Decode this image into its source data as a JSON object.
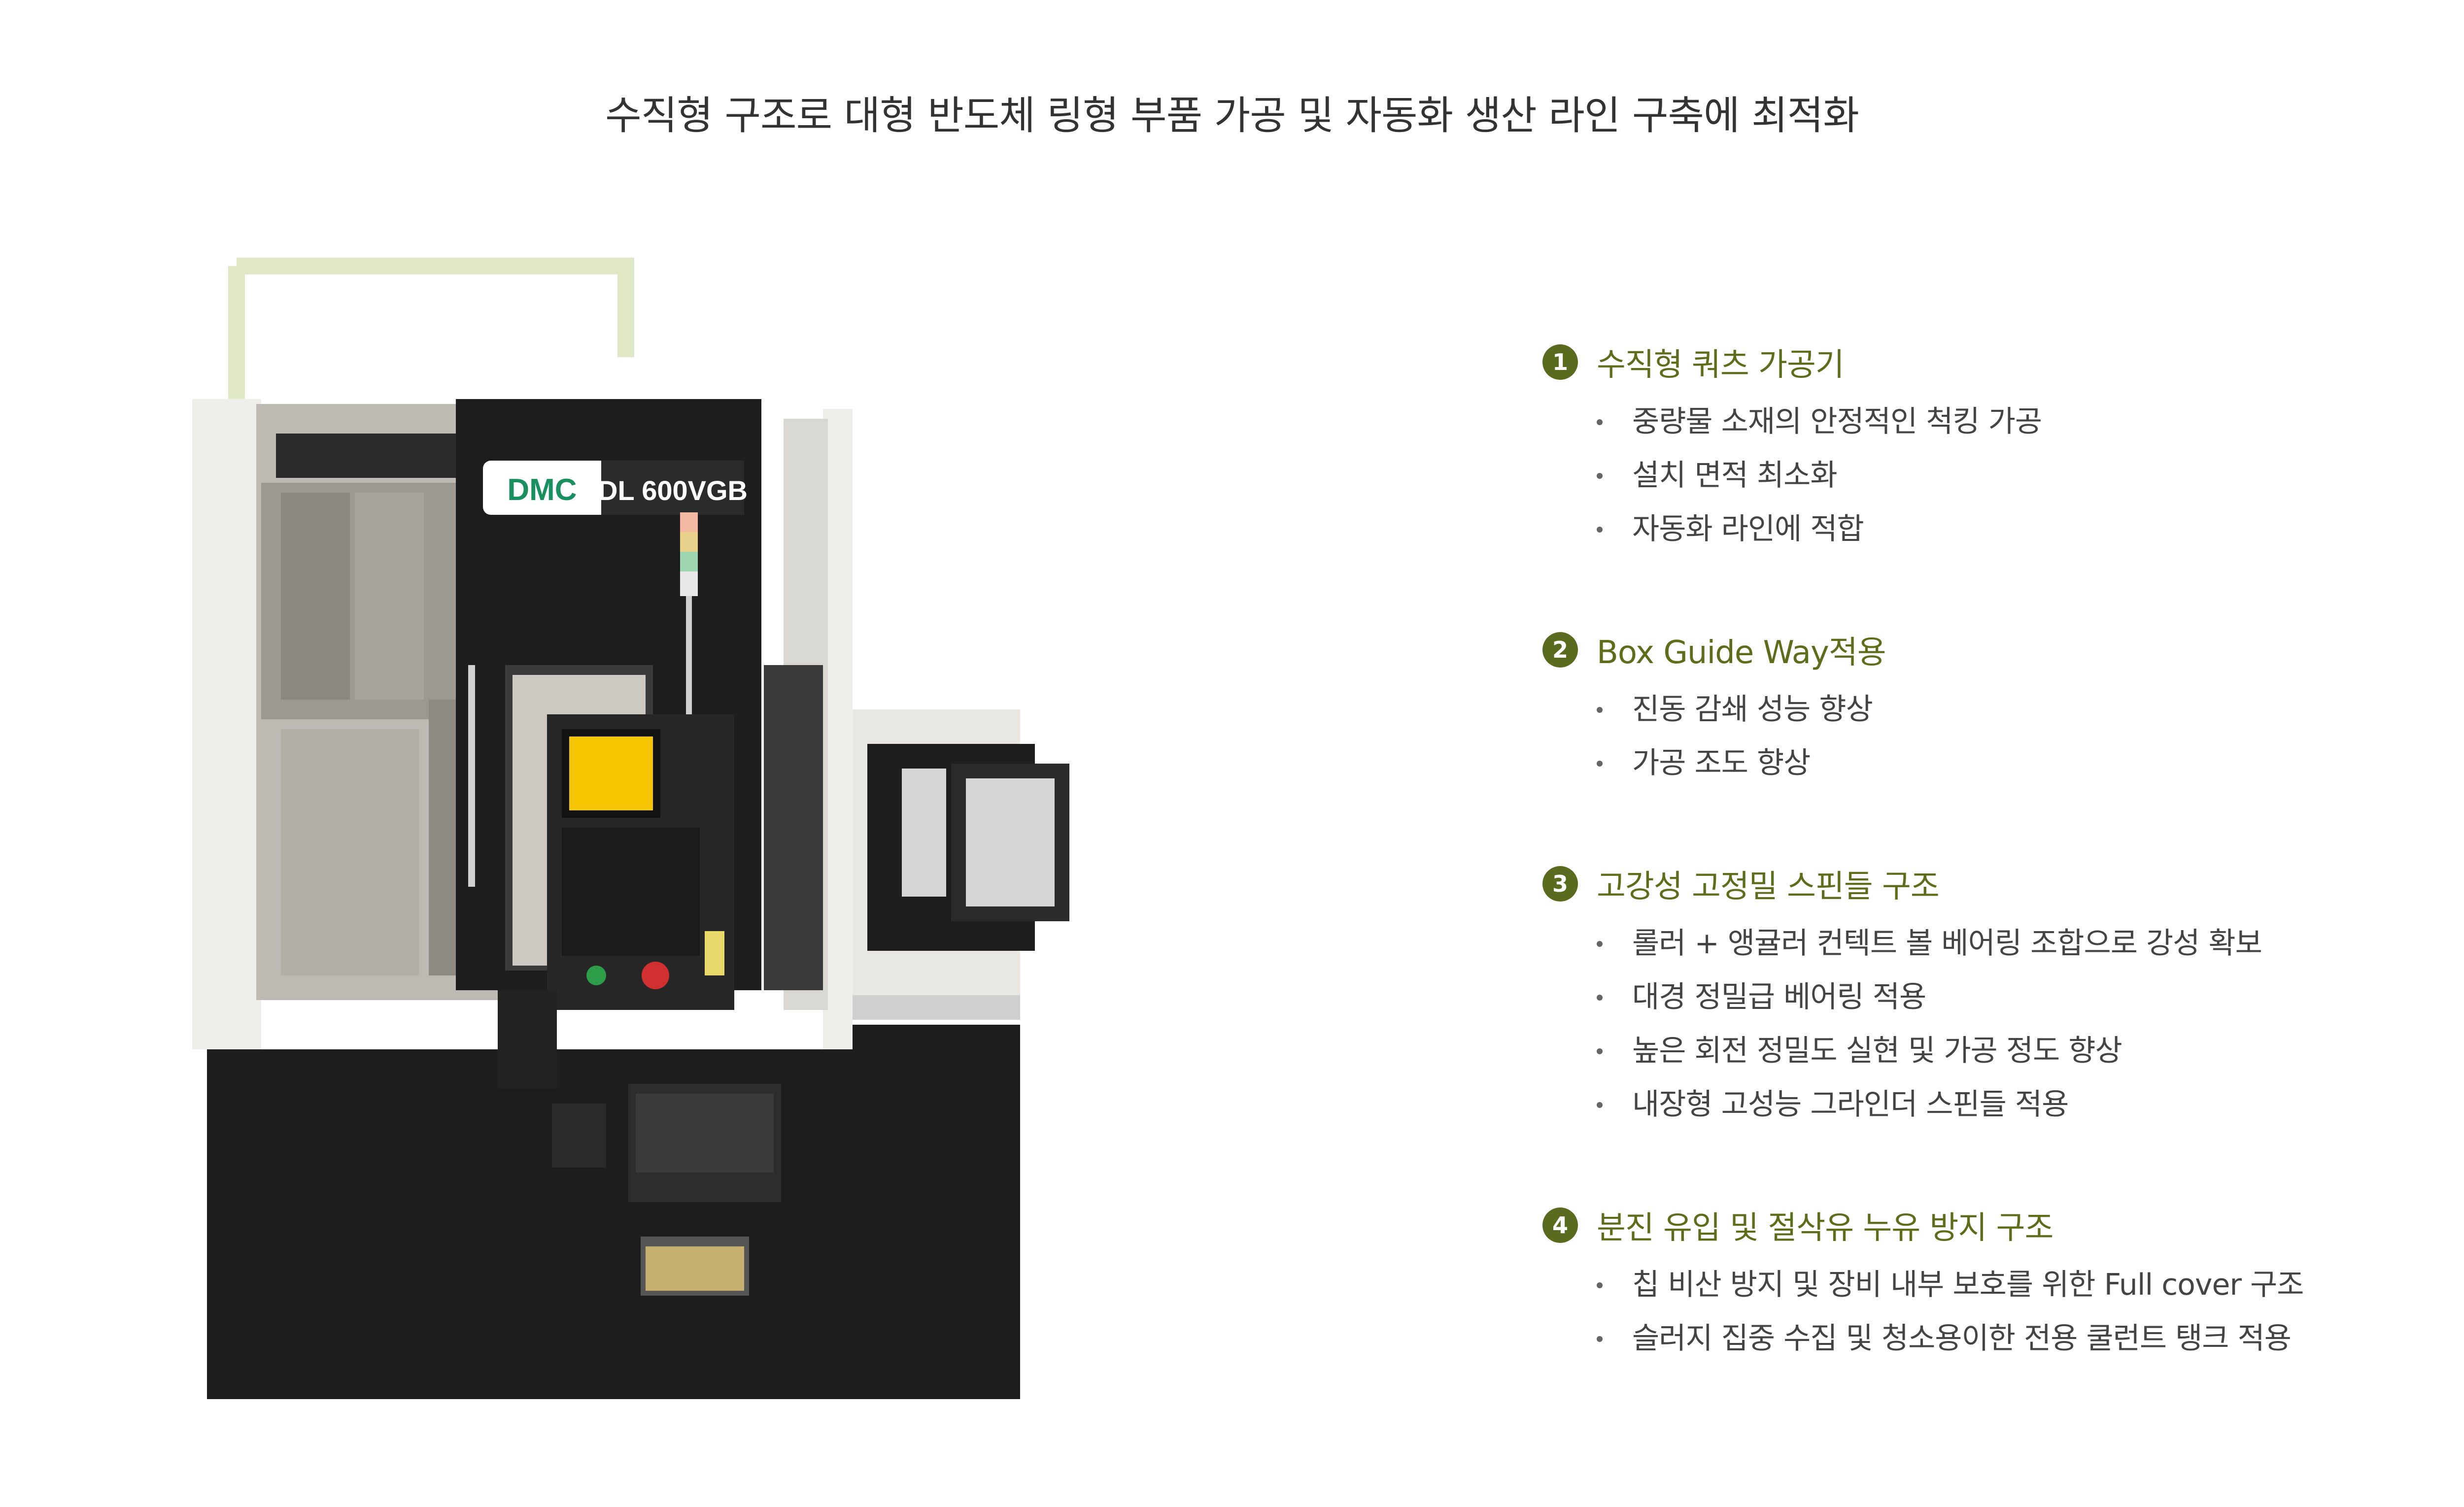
{
  "headline": "수직형 구조로 대형 반도체 링형 부품 가공 및 자동화 생산 라인 구축에 최적화",
  "machine": {
    "brand_logo": "DMC",
    "model_label": "DL 600VGB"
  },
  "colors": {
    "accent": "#5d6d1c",
    "badge": "#5a6b1f",
    "frame_highlight": "#dfe7c4",
    "machine_body": "#1d1d1d",
    "brand_green": "#1a8f5f"
  },
  "features": [
    {
      "number": "1",
      "title": "수직형 쿼츠 가공기",
      "bullets": [
        "중량물 소재의 안정적인 척킹 가공",
        "설치 면적 최소화",
        "자동화 라인에 적합"
      ]
    },
    {
      "number": "2",
      "title": "Box Guide Way적용",
      "bullets": [
        "진동 감쇄 성능 향상",
        "가공 조도 향상"
      ]
    },
    {
      "number": "3",
      "title": "고강성 고정밀 스핀들 구조",
      "bullets": [
        "롤러 + 앵귤러 컨텍트 볼 베어링 조합으로 강성 확보",
        "대경 정밀급 베어링 적용",
        "높은 회전 정밀도 실현 및 가공 정도 향상",
        "내장형 고성능 그라인더 스핀들 적용"
      ]
    },
    {
      "number": "4",
      "title": "분진 유입 및 절삭유 누유 방지 구조",
      "bullets": [
        "칩 비산 방지 및 장비 내부 보호를 위한 Full cover 구조",
        "슬러지 집중 수집 및 청소용이한 전용 쿨런트 탱크 적용"
      ]
    }
  ]
}
